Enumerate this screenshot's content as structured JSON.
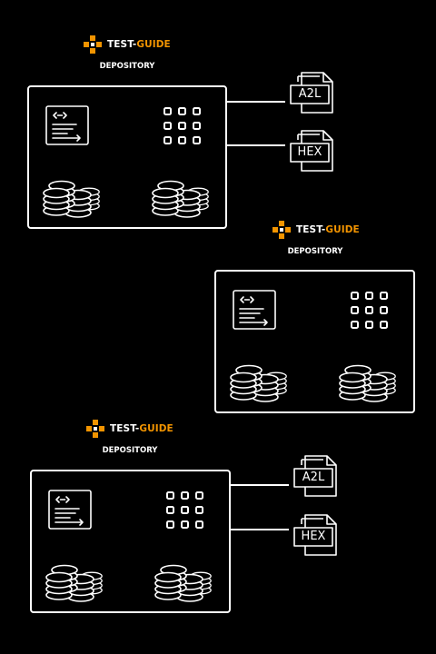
{
  "colors": {
    "background": "#000000",
    "line": "#ffffff",
    "brand_accent": "#f29400"
  },
  "groups": [
    {
      "brand": {
        "part1": "TEST-",
        "part2": "GUIDE",
        "subtitle": "DEPOSITORY"
      },
      "files": [
        {
          "label": "A2L",
          "icon": "a2l-file-icon"
        },
        {
          "label": "HEX",
          "icon": "hex-file-icon"
        }
      ]
    },
    {
      "brand": {
        "part1": "TEST-",
        "part2": "GUIDE",
        "subtitle": "DEPOSITORY"
      },
      "files": []
    },
    {
      "brand": {
        "part1": "TEST-",
        "part2": "GUIDE",
        "subtitle": "DEPOSITORY"
      },
      "files": [
        {
          "label": "A2L",
          "icon": "a2l-file-icon"
        },
        {
          "label": "HEX",
          "icon": "hex-file-icon"
        }
      ]
    }
  ],
  "icons": [
    "tg-logo-icon",
    "code-document-icon",
    "grid-apps-icon",
    "database-stack-icon",
    "file-icon"
  ]
}
